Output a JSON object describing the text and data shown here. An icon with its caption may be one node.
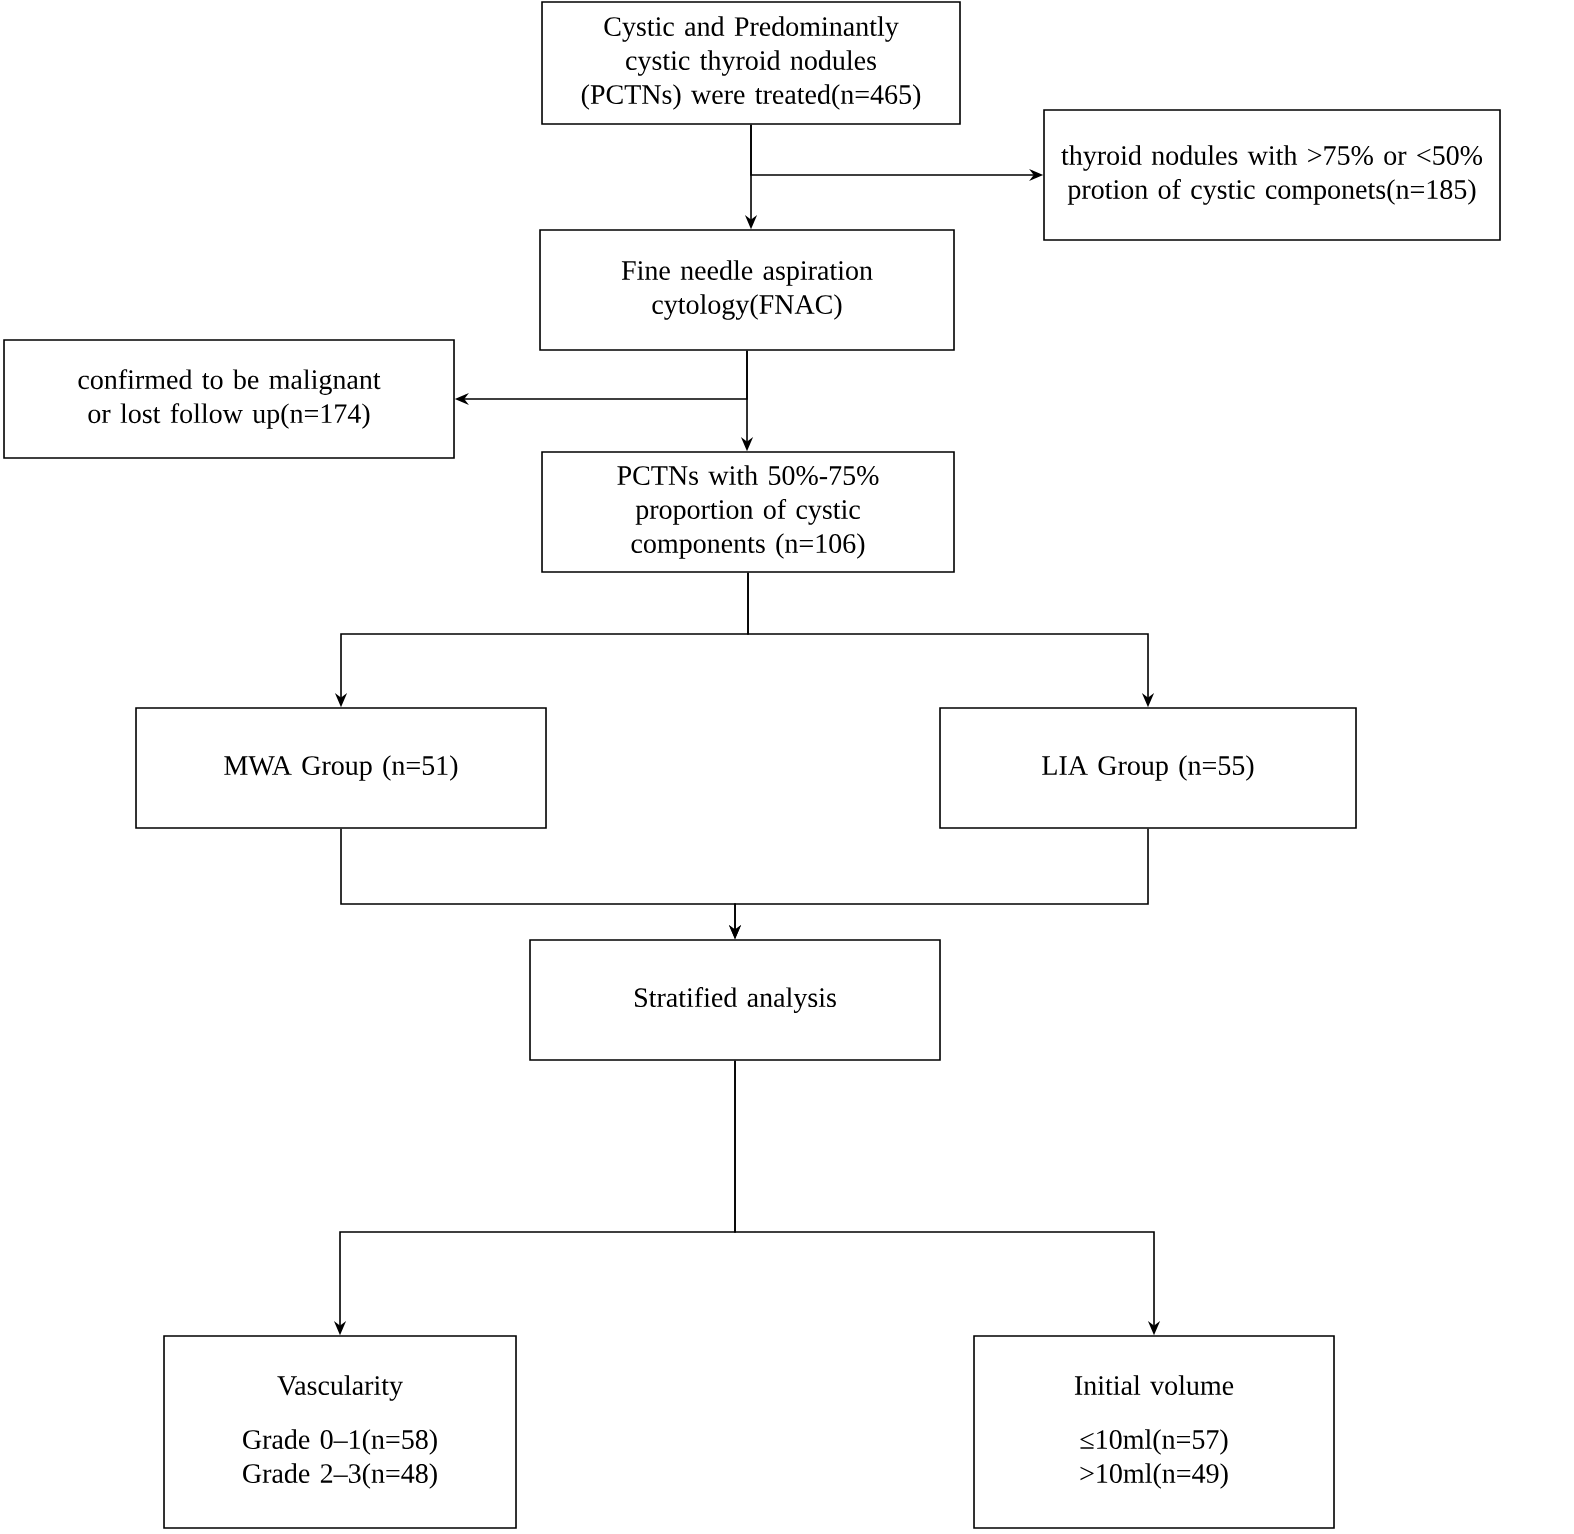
{
  "diagram": {
    "nodes": [
      {
        "text": [
          "Cystic and Predominantly cystic thyroid nodules (PCTNs) were treated(n=465)"
        ]
      },
      {
        "text": [
          "thyroid nodules with >75% or <50% protion of cystic componets(n=185)"
        ]
      },
      {
        "text": [
          "Fine needle aspiration cytology(FNAC)"
        ]
      },
      {
        "text": [
          "confirmed to be malignant or lost follow up(n=174)"
        ]
      },
      {
        "text": [
          "PCTNs with 50%-75% proportion of cystic components (n=106)"
        ]
      },
      {
        "text": [
          "MWA Group (n=51)"
        ]
      },
      {
        "text": [
          "LIA Group (n=55)"
        ]
      },
      {
        "text": [
          "Stratified analysis"
        ]
      },
      {
        "text": [
          "Vascularity",
          "Grade 0–1(n=58)",
          "Grade 2–3(n=48)"
        ]
      },
      {
        "text": [
          "Initial volume",
          "≤10ml(n=57)",
          ">10ml(n=49)"
        ]
      }
    ],
    "edges": [
      {
        "from": 0,
        "to": 2,
        "arrow": "to"
      },
      {
        "from": 0,
        "to": 1,
        "arrow": "to"
      },
      {
        "from": 2,
        "to": 4,
        "arrow": "to"
      },
      {
        "from": 2,
        "to": 3,
        "arrow": "to"
      },
      {
        "from": 4,
        "to": 5,
        "arrow": "to"
      },
      {
        "from": 4,
        "to": 6,
        "arrow": "to"
      },
      {
        "from": 5,
        "to": 7,
        "arrow": "to"
      },
      {
        "from": 6,
        "to": 7,
        "arrow": "to"
      },
      {
        "from": 7,
        "to": 8,
        "arrow": "to"
      },
      {
        "from": 7,
        "to": 9,
        "arrow": "to"
      }
    ]
  }
}
